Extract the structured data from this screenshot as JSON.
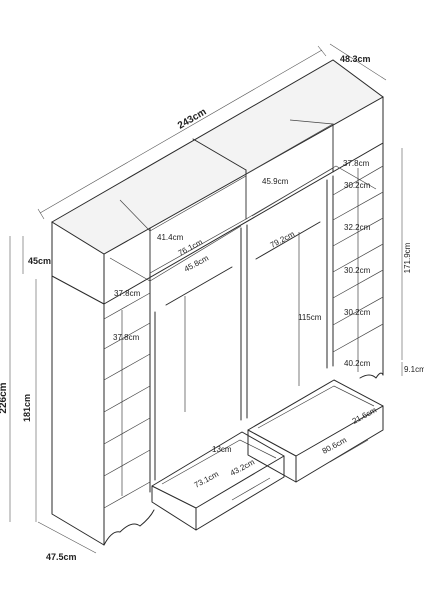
{
  "dimensions": {
    "width_total": "243cm",
    "depth_top": "48.3cm",
    "top_height": "45cm",
    "total_height": "226cm",
    "body_height": "181cm",
    "depth_bottom": "47.5cm",
    "top_left_inner_height": "41.4cm",
    "top_left_inner_width": "76.1cm",
    "top_left_depth": "37.8cm",
    "top_mid_width": "45.8cm",
    "top_right_width": "45.9cm",
    "top_right_depth": "37.8cm",
    "hang_right_width": "79.2cm",
    "hang_height": "115cm",
    "left_col_depth": "37.8cm",
    "right_col_shelf_1": "30.2cm",
    "right_col_shelf_2": "32.2cm",
    "right_col_shelf_3": "30.2cm",
    "right_col_shelf_4": "30.2cm",
    "right_col_shelf_5": "40.2cm",
    "right_col_height": "171.9cm",
    "right_plinth": "9.1cm",
    "drawer_left_height": "13cm",
    "drawer_left_width": "73.1cm",
    "drawer_left_depth": "43.2cm",
    "drawer_right_width": "80.6cm",
    "drawer_right_height": "21.6cm"
  }
}
